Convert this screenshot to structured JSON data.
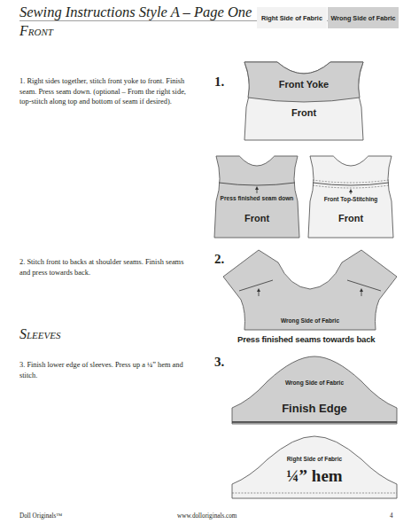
{
  "diagram": {
    "title": "Sewing Instructions Style A – Page One",
    "nodes": [
      {
        "text": [
          "Front"
        ]
      },
      {
        "text": [
          "Front Yoke"
        ],
        "in": 0
      },
      {
        "text": [
          "Press finished seam down",
          "Front"
        ]
      },
      {
        "text": [
          "Front Top-Stitching",
          "Front"
        ]
      },
      {
        "text": [
          "Wrong Side of Fabric"
        ]
      },
      {
        "text": [
          "Wrong Side of Fabric",
          "Finish Edge"
        ]
      },
      {
        "text": [
          "Right Side of Fabric",
          "¼” hem"
        ]
      }
    ],
    "labels": [
      "Front",
      "1. Right sides together, stitch front yoke to front. Finish seam. Press seam down. (optional – From the right side, top-stitch along top and bottom of seam if desired).",
      "1.",
      "2. Stitch front to backs at shoulder seams. Finish seams and press towards back.",
      "2.",
      "Press finished seams towards back",
      "Sleeves",
      "3. Finish lower edge of sleeves. Press up a ¼” hem and stitch.",
      "3.",
      "Doll Originals™",
      "www.dolloriginals.com",
      "4"
    ],
    "legend": [
      {
        "text": "Right Side of Fabric",
        "color": "#f2f2f2"
      },
      {
        "text": "Wrong Side of Fabric",
        "color": "#cfcfcf"
      }
    ]
  }
}
